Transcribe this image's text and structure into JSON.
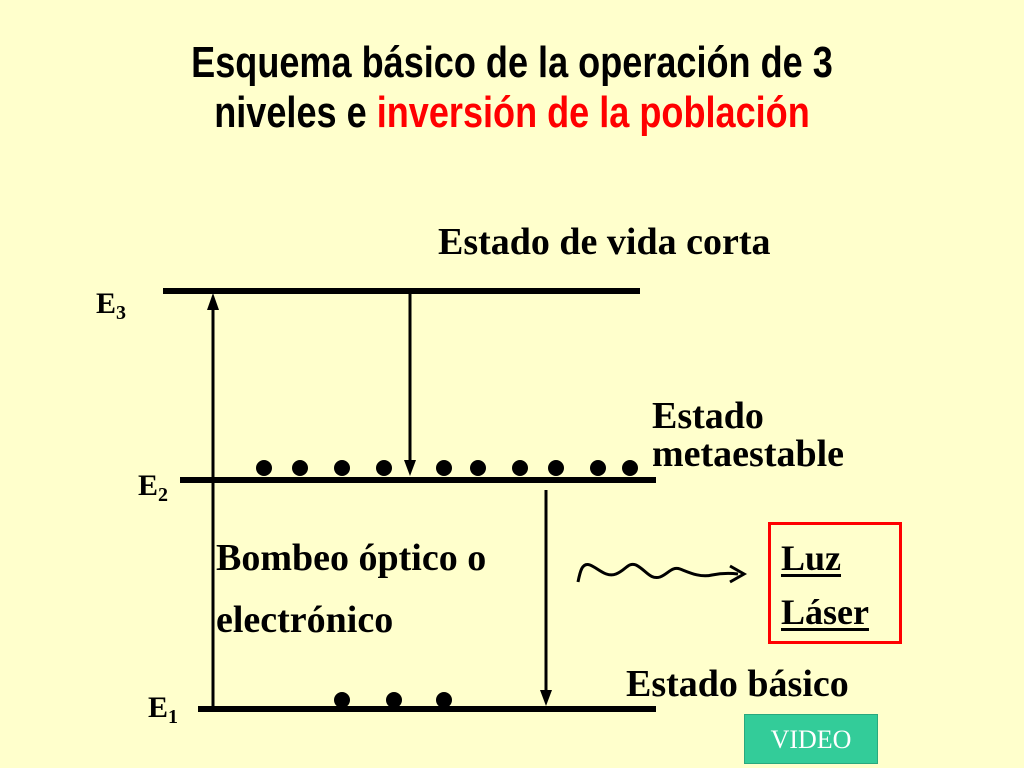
{
  "title": {
    "line1": "Esquema básico de la operación de 3",
    "line2_black": "niveles e ",
    "line2_red": "inversión de la población"
  },
  "levels": {
    "e3": {
      "base": "E",
      "sub": "3"
    },
    "e2": {
      "base": "E",
      "sub": "2"
    },
    "e1": {
      "base": "E",
      "sub": "1"
    }
  },
  "labels": {
    "short_lived": "Estado de vida corta",
    "metastable_line1": "Estado",
    "metastable_line2": "metaestable",
    "pumping_line1": "Bombeo óptico o",
    "pumping_line2": "electrónico",
    "ground": "Estado básico"
  },
  "laser": {
    "line1": "Luz",
    "line2": "Láser"
  },
  "population": {
    "e2_dots": 10,
    "e1_dots": 3
  },
  "video_button": "VIDEO",
  "colors": {
    "background": "#ffffcc",
    "accent": "#ff0000",
    "button": "#33cc99"
  }
}
